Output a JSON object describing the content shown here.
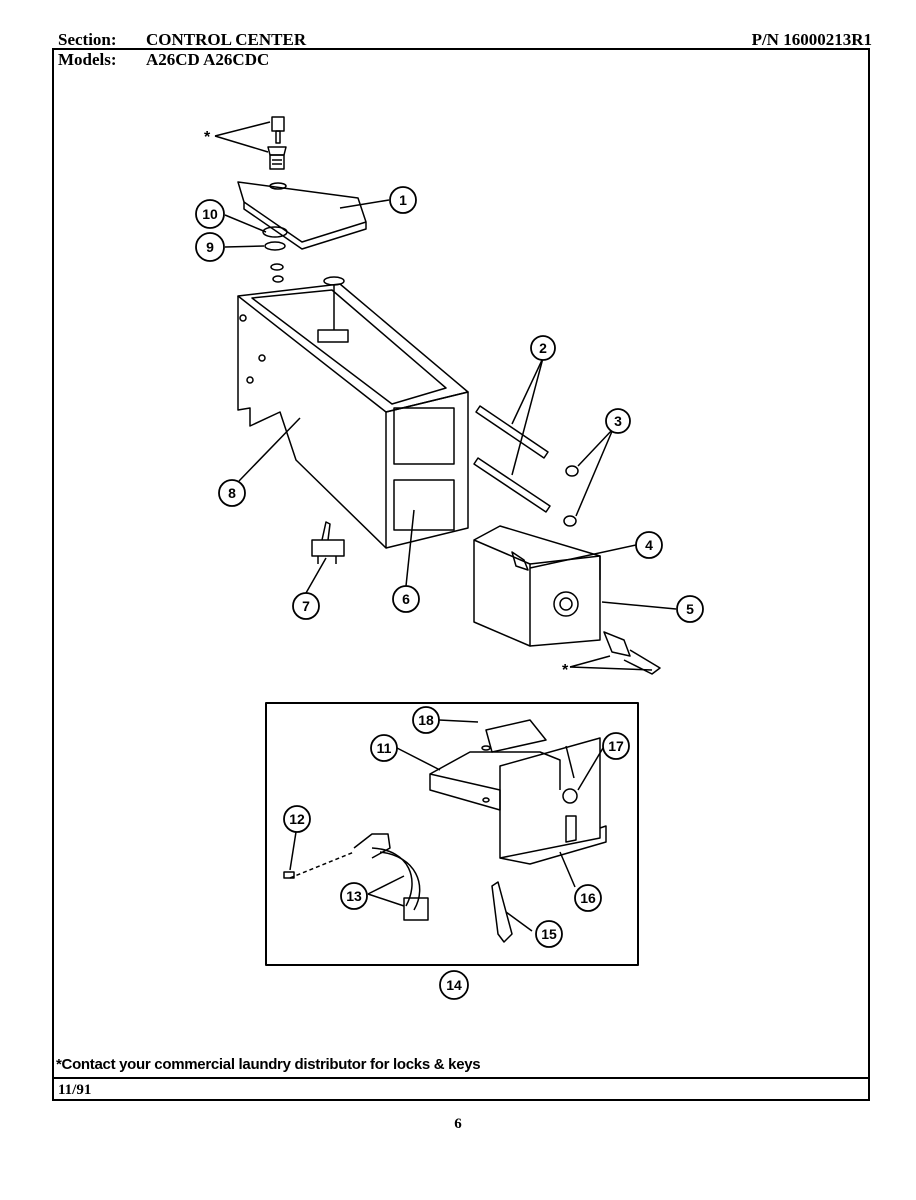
{
  "header": {
    "section_label": "Section:",
    "section_value": "CONTROL CENTER",
    "part_number": "P/N 16000213R1",
    "models_label": "Models:",
    "models_value": "A26CD  A26CDC"
  },
  "callouts": [
    "1",
    "2",
    "3",
    "4",
    "5",
    "6",
    "7",
    "8",
    "9",
    "10",
    "11",
    "12",
    "13",
    "14",
    "15",
    "16",
    "17",
    "18"
  ],
  "asterisk": "*",
  "footer": {
    "note": "*Contact your commercial laundry distributor for locks & keys",
    "date": "11/91",
    "page_number": "6"
  }
}
